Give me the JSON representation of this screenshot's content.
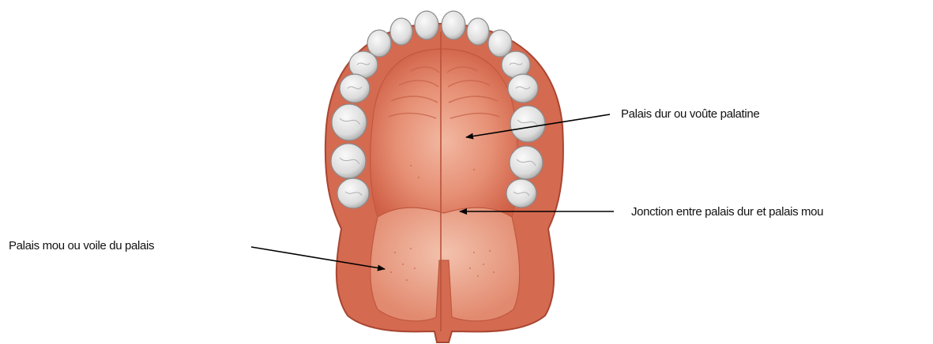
{
  "labels": {
    "hard_palate": "Palais dur ou voûte palatine",
    "junction": "Jonction entre palais dur et palais mou",
    "soft_palate": "Palais mou ou voile du palais"
  },
  "colors": {
    "palate_fill": "#d9785e",
    "palate_outline": "#b04a35",
    "tooth_fill": "#ebebea",
    "tooth_outline": "#9a9a9a",
    "arrow": "#000000"
  }
}
